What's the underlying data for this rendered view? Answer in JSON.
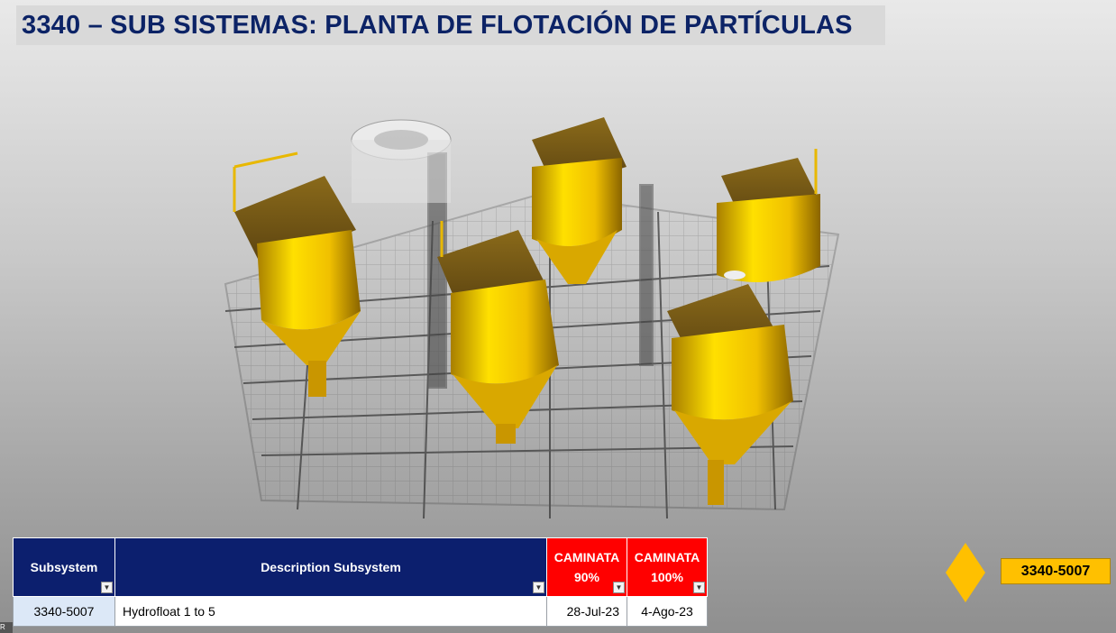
{
  "slide": {
    "title": "3340 – SUB SISTEMAS: PLANTA DE FLOTACIÓN DE PARTÍCULAS",
    "edge_label": "R"
  },
  "table": {
    "headers": {
      "subsystem": "Subsystem",
      "description": "Description Subsystem",
      "caminata_90_line1": "CAMINATA",
      "caminata_90_line2": "90%",
      "caminata_100_line1": "CAMINATA",
      "caminata_100_line2": "100%"
    },
    "rows": [
      {
        "subsystem": "3340-5007",
        "description": "Hydrofloat 1 to 5",
        "caminata_90": "28-Jul-23",
        "caminata_100": "4-Ago-23"
      }
    ]
  },
  "legend": {
    "tag": "3340-5007",
    "color": "#ffc000",
    "icon": "diamond-icon"
  },
  "colors": {
    "title_text": "#0c2366",
    "header_navy": "#0c1f6e",
    "header_red": "#ff0000",
    "equipment_yellow": "#f2c200"
  }
}
